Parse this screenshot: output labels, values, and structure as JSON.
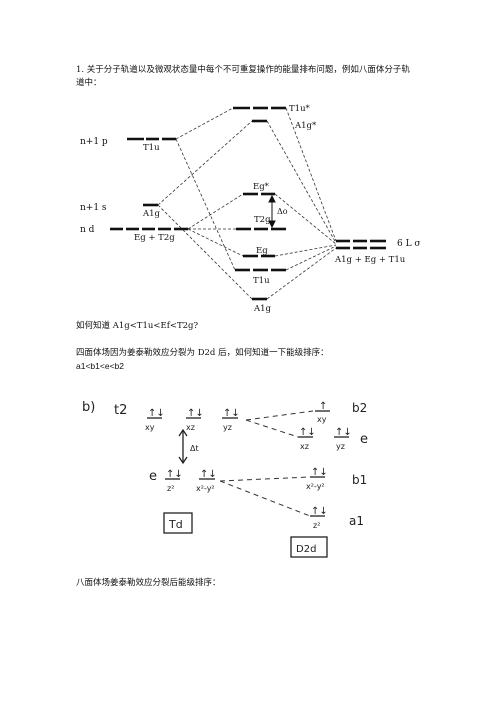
{
  "paragraphs": {
    "p1_line1": "1. 关于分子轨道以及微观状态量中每个不可重复操作的能量排布问题，例如八面体分子轨",
    "p1_line2": "道中：",
    "q1": "如何知道 A1g<T1u<Ef<T2g?",
    "p2": "四面体场因为姜泰勒效应分裂为 D2d 后，如何知道一下能级排序：",
    "p2_order": "a1<b1<e<b2",
    "p3": "八面体场姜泰勒效应分裂后能级排序："
  },
  "mo_diagram": {
    "left": {
      "np": "n+1 p",
      "t1u": "T1u",
      "ns": "n+1 s",
      "a1g": "A1g",
      "nd": "n d",
      "egt2g": "Eg + T2g"
    },
    "center": {
      "t1u_star": "T1u*",
      "a1g_star": "A1g*",
      "eg_star": "Eg*",
      "t2g": "T2g",
      "delta_o": "Δo",
      "eg": "Eg",
      "t1u": "T1u",
      "a1g": "A1g"
    },
    "right": {
      "ligand": "6 L σ",
      "sym": "A1g + Eg + T1u"
    }
  },
  "hand_diagram": {
    "label_b": "b)",
    "t2": "t2",
    "e": "e",
    "xy": "xy",
    "xz": "xz",
    "yz": "yz",
    "z2": "z²",
    "x2y2": "x²-y²",
    "delta_t": "Δt",
    "b2": "b2",
    "e_right": "e",
    "b1": "b1",
    "a1": "a1",
    "td": "Td",
    "d2d": "D2d",
    "pair": "↑↓",
    "single": "↑"
  }
}
